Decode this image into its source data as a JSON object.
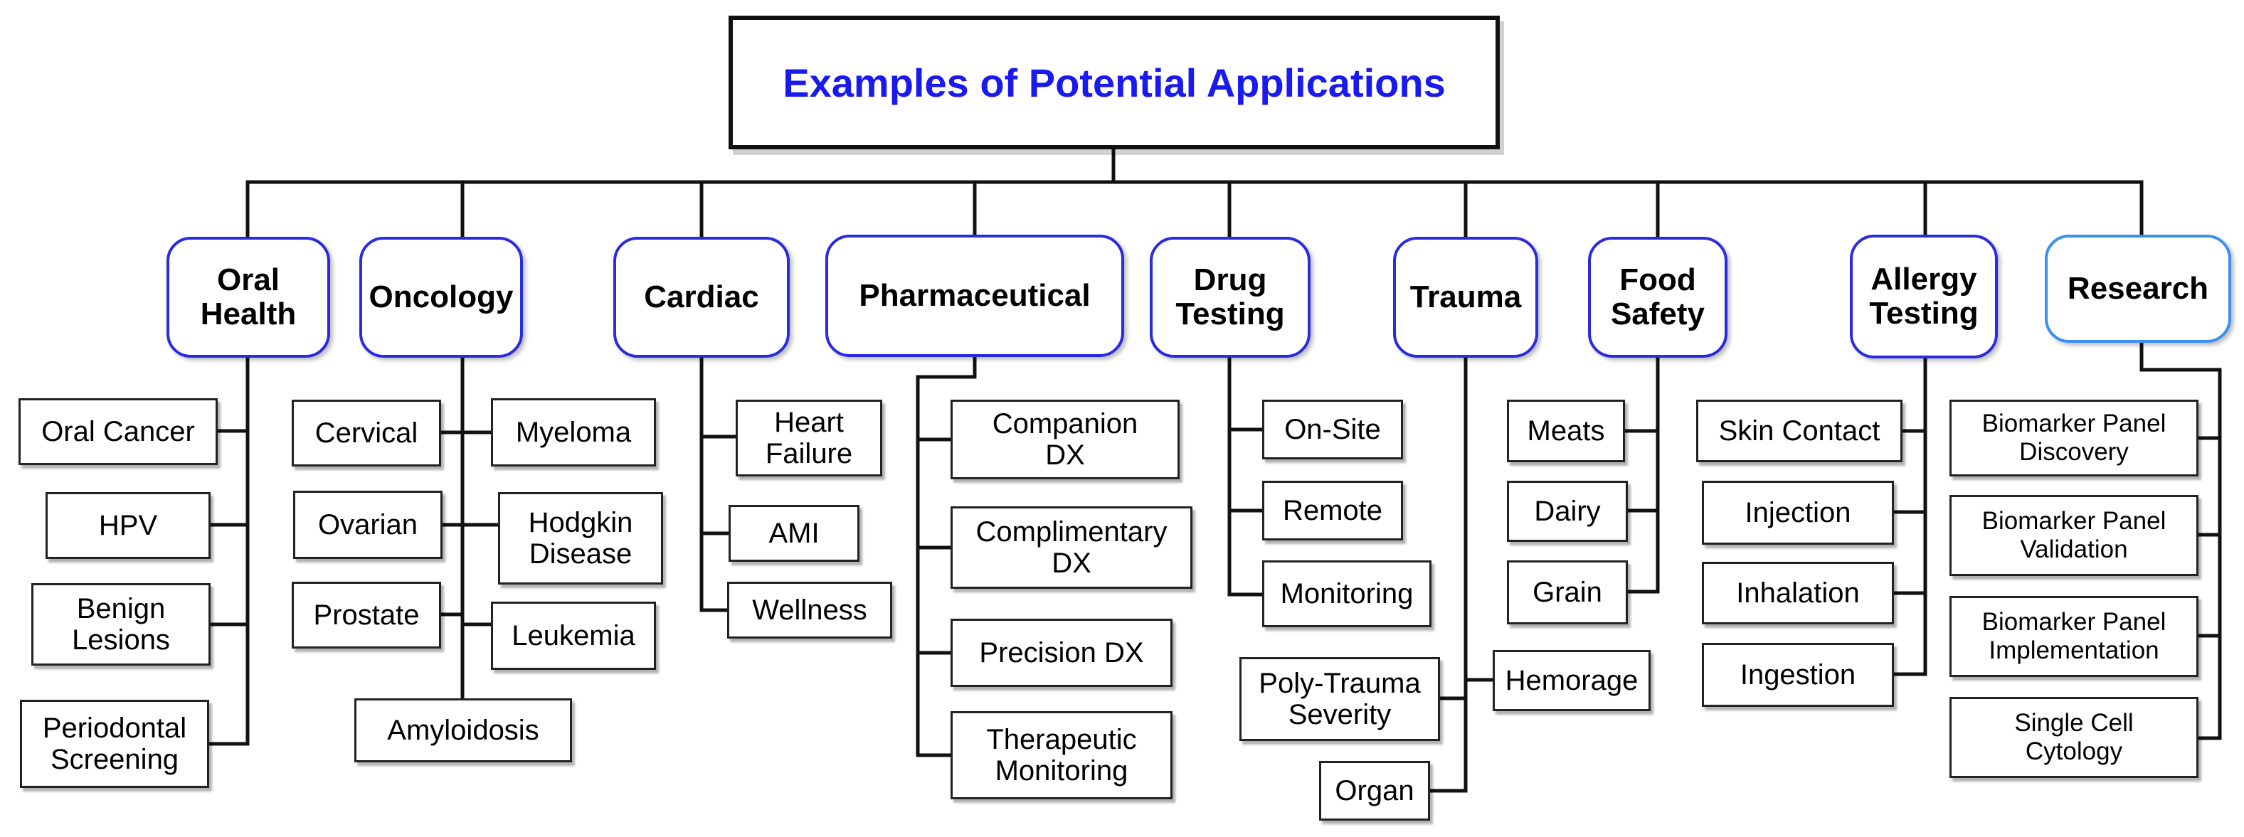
{
  "title": "Examples of Potential Applications",
  "categories": [
    {
      "label": "Oral\nHealth",
      "items": [
        "Oral Cancer",
        "HPV",
        "Benign\nLesions",
        "Periodontal\nScreening"
      ]
    },
    {
      "label": "Oncology",
      "items": [
        "Cervical",
        "Ovarian",
        "Prostate",
        "Myeloma",
        "Hodgkin\nDisease",
        "Leukemia",
        "Amyloidosis"
      ]
    },
    {
      "label": "Cardiac",
      "items": [
        "Heart\nFailure",
        "AMI",
        "Wellness"
      ]
    },
    {
      "label": "Pharmaceutical",
      "items": [
        "Companion\nDX",
        "Complimentary\nDX",
        "Precision DX",
        "Therapeutic\nMonitoring"
      ]
    },
    {
      "label": "Drug\nTesting",
      "items": [
        "On-Site",
        "Remote",
        "Monitoring"
      ]
    },
    {
      "label": "Trauma",
      "items": [
        "Poly-Trauma\nSeverity",
        "Hemorage",
        "Organ"
      ]
    },
    {
      "label": "Food\nSafety",
      "items": [
        "Meats",
        "Dairy",
        "Grain"
      ]
    },
    {
      "label": "Allergy\nTesting",
      "items": [
        "Skin Contact",
        "Injection",
        "Inhalation",
        "Ingestion"
      ]
    },
    {
      "label": "Research",
      "items": [
        "Biomarker Panel\nDiscovery",
        "Biomarker Panel\nValidation",
        "Biomarker Panel\nImplementation",
        "Single Cell\nCytology"
      ]
    }
  ],
  "colors": {
    "title_text": "#1a1aee",
    "category_border": "#2a2ae0",
    "research_border": "#3a8ff0",
    "connector": "#111111"
  }
}
